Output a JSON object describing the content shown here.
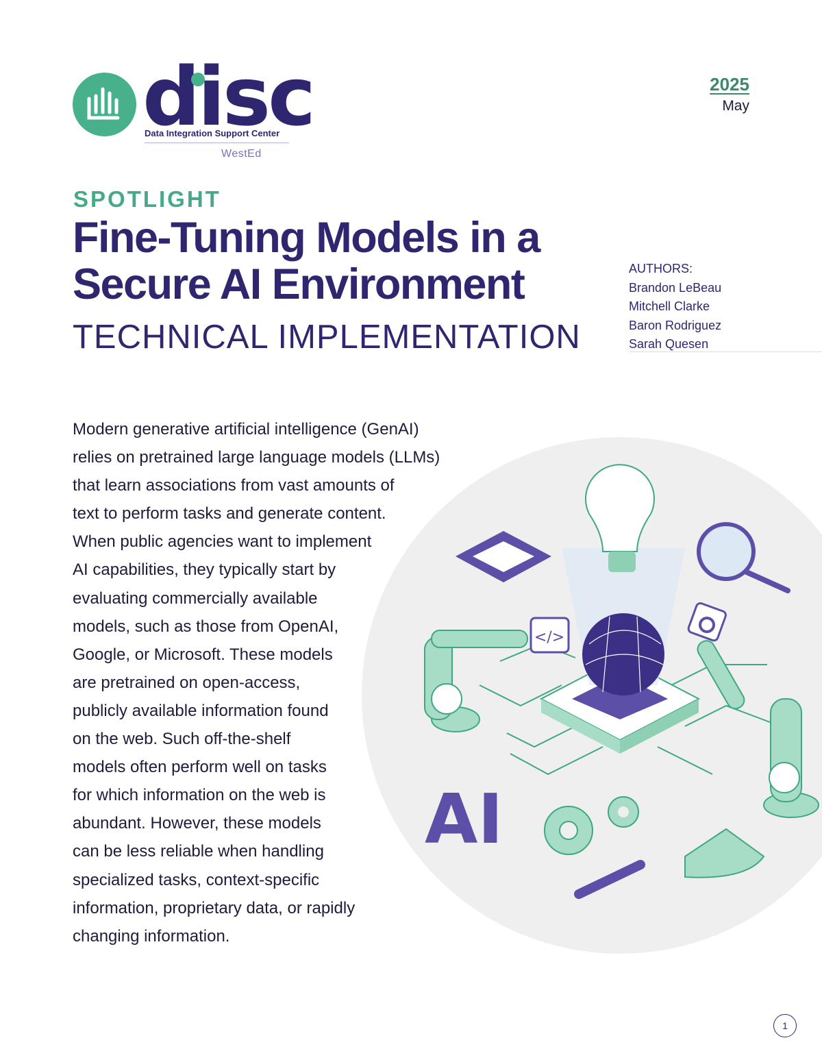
{
  "logo": {
    "wordmark": "disc",
    "full_name": "Data Integration Support Center",
    "partner": "WestEd"
  },
  "date": {
    "year": "2025",
    "month": "May"
  },
  "header": {
    "kicker": "SPOTLIGHT",
    "title_lines": [
      "Fine-Tuning Models in a",
      "Secure AI Environment"
    ],
    "subtitle": "TECHNICAL IMPLEMENTATION"
  },
  "authors": {
    "label": "AUTHORS:",
    "names": [
      "Brandon LeBeau",
      "Mitchell Clarke",
      "Baron Rodriguez",
      "Sarah Quesen"
    ]
  },
  "body": {
    "lines": [
      "Modern generative artificial intelligence (GenAI)",
      "relies on pretrained large language models (LLMs)",
      "that learn associations from vast amounts of",
      "text to perform tasks and generate content.",
      "When public agencies want to implement",
      "AI capabilities, they typically start by",
      "evaluating commercially available",
      "models, such as those from OpenAI,",
      "Google, or Microsoft. These models",
      "are pretrained on open-access,",
      "publicly available information found",
      "on the web. Such off-the-shelf",
      "models often perform well on tasks",
      "for which information on the web is",
      "abundant. However, these models",
      "can be less reliable when handling",
      "specialized tasks, context-specific",
      "information, proprietary data, or rapidly",
      "changing information."
    ]
  },
  "illustration": {
    "ai_letters": "AI",
    "code_symbol": "</>"
  },
  "page_number": "1",
  "colors": {
    "purple": "#2f2670",
    "green": "#47b18c",
    "illustration_bg": "#efefef"
  }
}
